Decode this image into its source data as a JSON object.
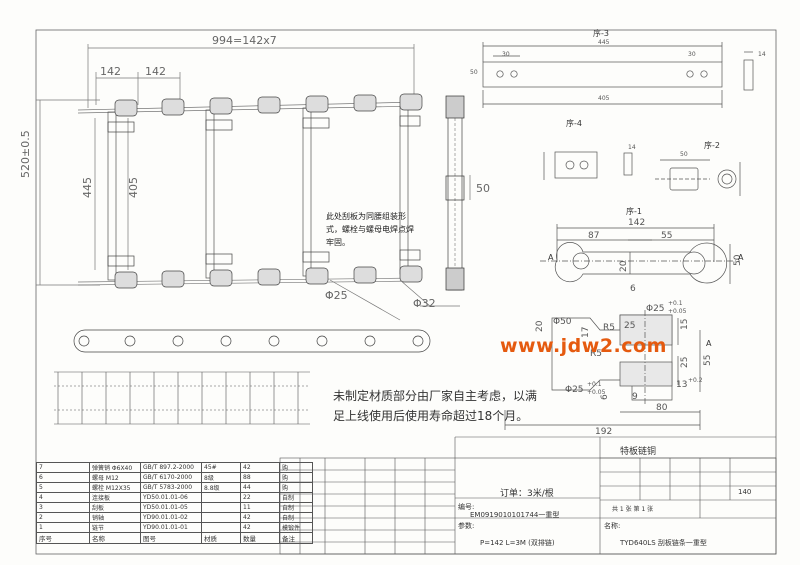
{
  "drawing": {
    "title_block_name": "特板链铜",
    "order_qty": "订单：3米/根",
    "code_label": "编号:",
    "code_value": "EM0919010101744一重型",
    "param_label": "参数:",
    "param_value": "P=142 L=3M (双排链)",
    "name_label": "名称:",
    "name_value": "TYD640LS 刮板链条一重型",
    "weight_value": "140",
    "page_label": "共 1 张   第 1 张"
  },
  "dimensions": {
    "total_pitch": "994=142x7",
    "pitch_1": "142",
    "pitch_2": "142",
    "height_outer": "520±0.5",
    "height_inner_445": "445",
    "height_inner_405": "405",
    "side_50": "50",
    "dia_25": "Φ25",
    "dia_32": "Φ32",
    "p3_445": "445",
    "p3_30a": "30",
    "p3_30b": "30",
    "p3_50": "50",
    "p3_405": "405",
    "p3_14": "14",
    "p2_14": "14",
    "p2_a": "50",
    "p1_142": "142",
    "p1_87": "87",
    "p1_55": "55",
    "p1_50": "50",
    "p1_20": "20",
    "p1_6": "6",
    "d_phi50": "Φ50",
    "d_20": "20",
    "d_17": "17",
    "d_r5a": "R5",
    "d_r5b": "R5",
    "d_25a": "25",
    "d_15": "15",
    "d_phi25_top": "Φ25",
    "d_tol_top_a": "+0.1",
    "d_tol_top_b": "+0.05",
    "d_25b": "25",
    "d_55": "55",
    "d_phi25_bot": "Φ25",
    "d_tol_bot_a": "+0.1",
    "d_tol_bot_b": "+0.05",
    "d_13": "13",
    "d_13tol": "+0.2",
    "d_6": "6",
    "d_9": "9",
    "d_80": "80",
    "d_192": "192"
  },
  "labels": {
    "part3": "序-3",
    "part4": "序-4",
    "part2": "序-2",
    "part1": "序-1",
    "section_a1": "A",
    "section_a2": "A",
    "section_a3": "A"
  },
  "notes": {
    "weld_note": "此处刮板为同腰组装形式，螺栓与螺母电焊点焊牢固。",
    "material_note": "未制定材质部分由厂家自主考虑，以满足上线使用后使用寿命超过18个月。"
  },
  "watermark": "www.jdw2.com",
  "bom": {
    "headers": [
      "序号",
      "名称",
      "图号",
      "材质",
      "数量",
      "备注"
    ],
    "rows": [
      [
        "7",
        "弹簧销 Φ6X40",
        "GB/T 897.2-2000",
        "45#",
        "42",
        "购"
      ],
      [
        "6",
        "螺母 M12",
        "GB/T 6170-2000",
        "8级",
        "88",
        "购"
      ],
      [
        "5",
        "螺栓 M12X35",
        "GB/T 5783-2000",
        "8.8级",
        "44",
        "购"
      ],
      [
        "4",
        "连接板",
        "YD50.01.01-06",
        "",
        "22",
        "自制"
      ],
      [
        "3",
        "刮板",
        "YD50.01.01-05",
        "",
        "11",
        "自制"
      ],
      [
        "2",
        "销轴",
        "YD90.01.01-02",
        "",
        "42",
        "自制"
      ],
      [
        "1",
        "链节",
        "YD90.01.01-01",
        "",
        "42",
        "模锻件"
      ]
    ]
  }
}
